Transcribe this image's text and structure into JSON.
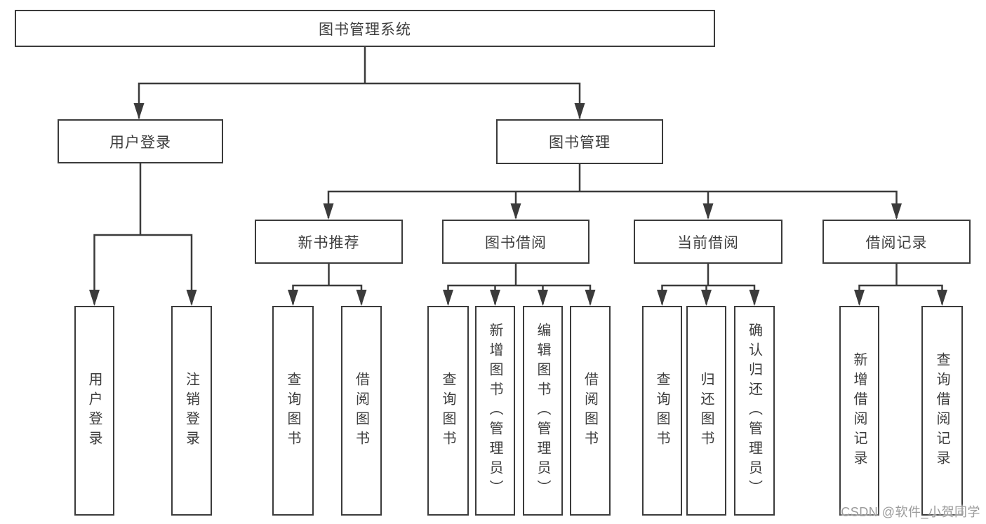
{
  "colors": {
    "line": "#3b3b3b",
    "text": "#3d3d3d",
    "watermark": "#9b9b9b",
    "background": "#ffffff"
  },
  "tree": {
    "root": "图书管理系统",
    "children": [
      {
        "label": "用户登录",
        "children": [
          "用户登录",
          "注销登录"
        ]
      },
      {
        "label": "图书管理",
        "children": [
          {
            "label": "新书推荐",
            "children": [
              "查询图书",
              "借阅图书"
            ]
          },
          {
            "label": "图书借阅",
            "children": [
              "查询图书",
              "新增图书（管理员）",
              "编辑图书（管理员）",
              "借阅图书"
            ]
          },
          {
            "label": "当前借阅",
            "children": [
              "查询图书",
              "归还图书",
              "确认归还（管理员）"
            ]
          },
          {
            "label": "借阅记录",
            "children": [
              "新增借阅记录",
              "查询借阅记录"
            ]
          }
        ]
      }
    ]
  },
  "watermark": {
    "text": "CSDN @软件_小贺同学"
  }
}
